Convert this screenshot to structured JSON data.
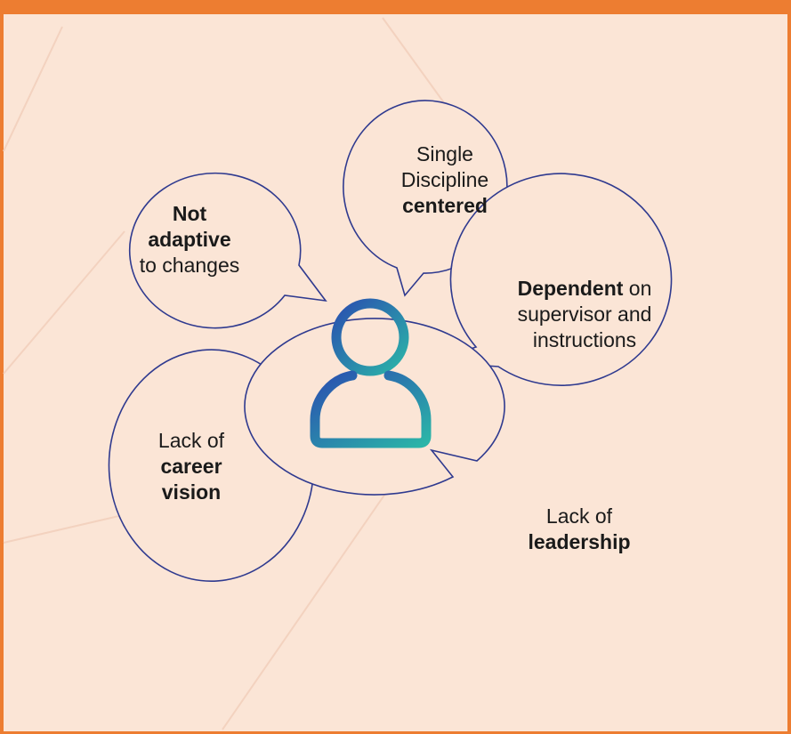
{
  "colors": {
    "frame": "#ed7d31",
    "background": "#fbe5d6",
    "bubble_stroke": "#2f3a8f",
    "icon_gradient": [
      "#2a4fb0",
      "#2bb5a8"
    ]
  },
  "icon": "person-icon",
  "bubbles": [
    {
      "id": "top-left",
      "lines": [
        {
          "bold": "Not",
          "rest": ""
        },
        {
          "bold": "adaptive",
          "rest": ""
        },
        {
          "bold": "",
          "rest": "to changes"
        }
      ]
    },
    {
      "id": "top",
      "lines": [
        {
          "bold": "",
          "rest": "Single"
        },
        {
          "bold": "",
          "rest": "Discipline"
        },
        {
          "bold": "centered",
          "rest": ""
        }
      ]
    },
    {
      "id": "right",
      "lines": [
        {
          "bold": "Dependent",
          "rest": " on"
        },
        {
          "bold": "",
          "rest": "supervisor and"
        },
        {
          "bold": "",
          "rest": "instructions"
        }
      ]
    },
    {
      "id": "left",
      "lines": [
        {
          "bold": "",
          "rest": "Lack of"
        },
        {
          "bold": "career",
          "rest": ""
        },
        {
          "bold": "vision",
          "rest": ""
        }
      ]
    },
    {
      "id": "bottom",
      "lines": [
        {
          "bold": "",
          "rest": "Lack of"
        },
        {
          "bold": "leadership",
          "rest": ""
        }
      ]
    }
  ]
}
